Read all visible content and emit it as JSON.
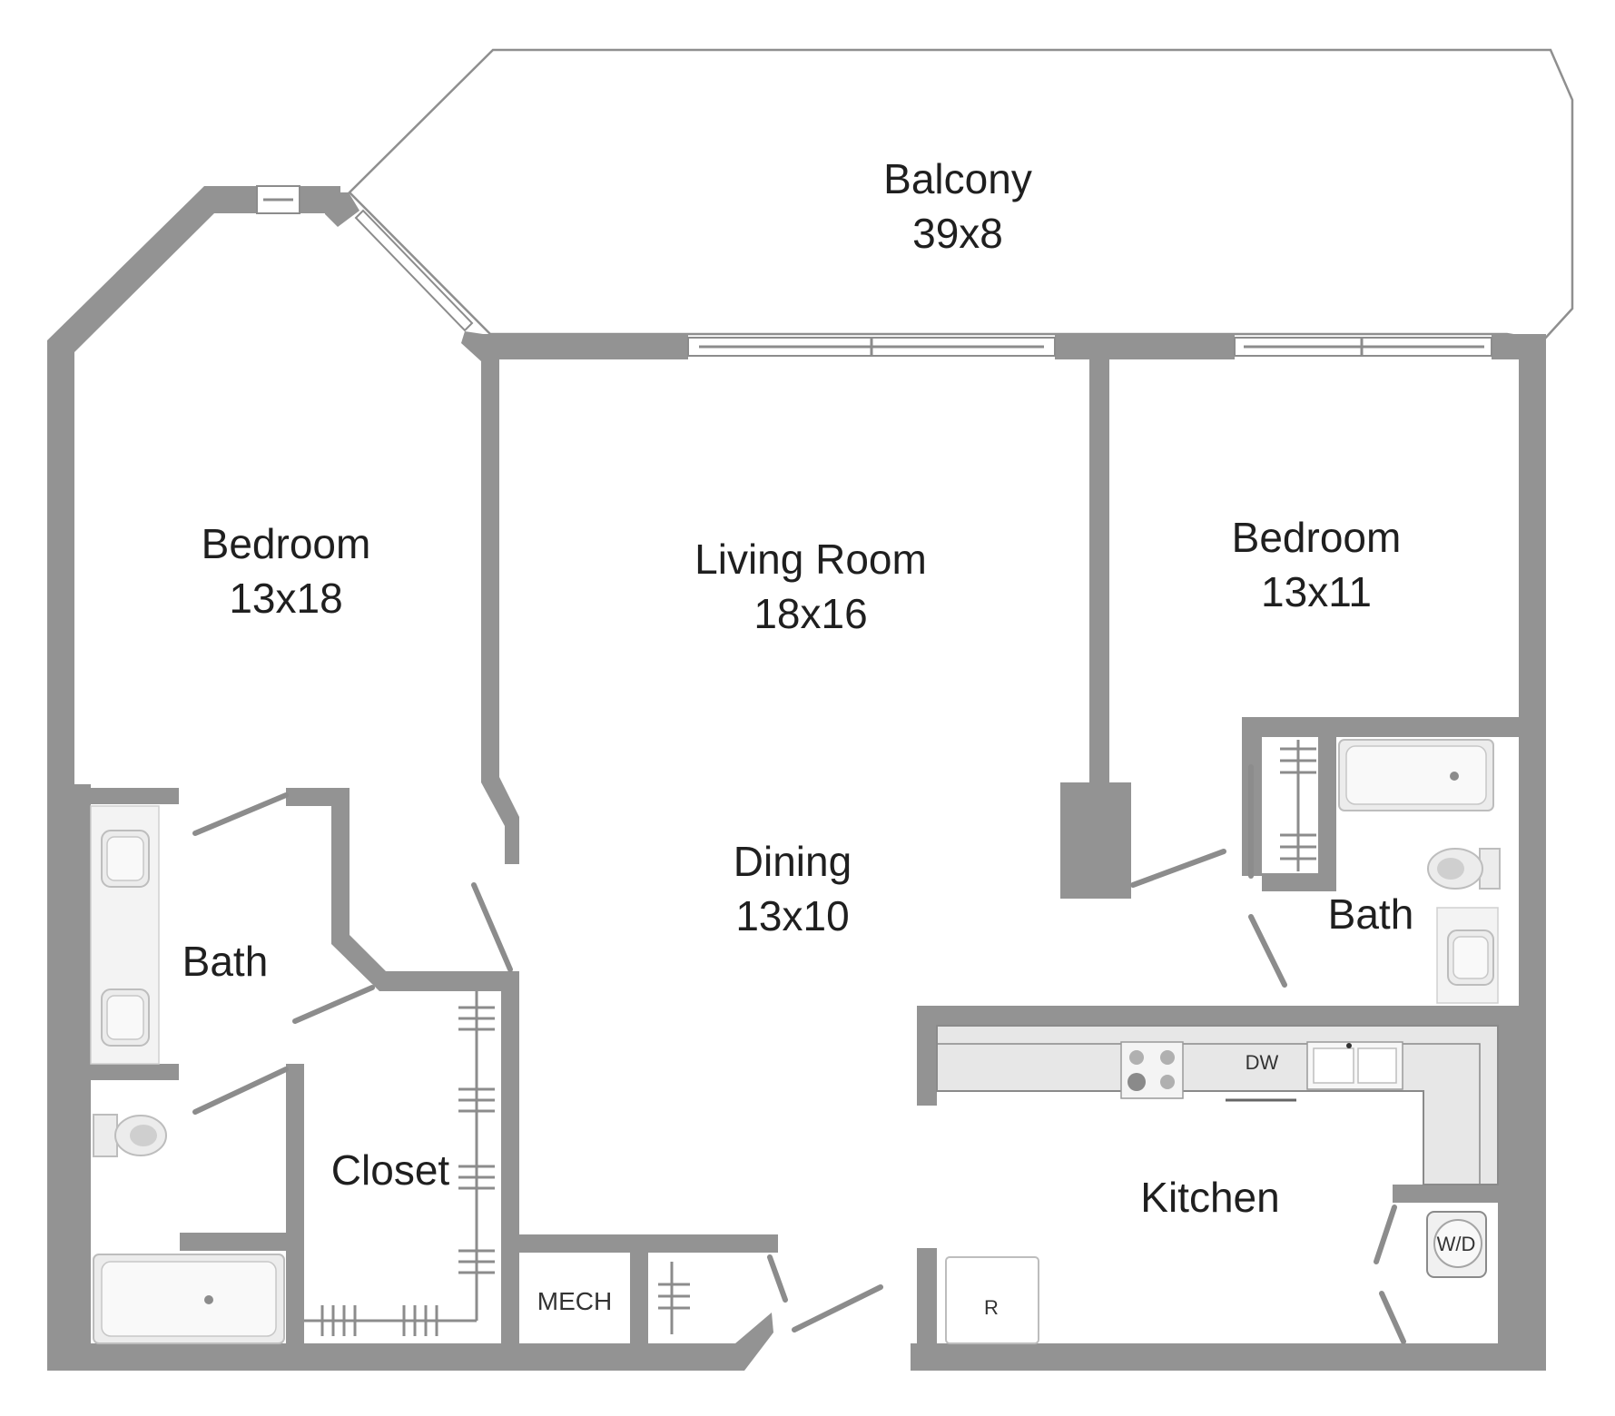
{
  "rooms": {
    "balcony": {
      "name": "Balcony",
      "size": "39x8"
    },
    "bedroom_left": {
      "name": "Bedroom",
      "size": "13x18"
    },
    "living_room": {
      "name": "Living Room",
      "size": "18x16"
    },
    "bedroom_right": {
      "name": "Bedroom",
      "size": "13x11"
    },
    "dining": {
      "name": "Dining",
      "size": "13x10"
    },
    "bath_left": {
      "name": "Bath"
    },
    "bath_right": {
      "name": "Bath"
    },
    "closet": {
      "name": "Closet"
    },
    "kitchen": {
      "name": "Kitchen"
    },
    "mech": {
      "name": "MECH"
    }
  },
  "appliances": {
    "dishwasher": "DW",
    "refrigerator": "R",
    "washer_dryer": "W/D"
  },
  "colors": {
    "wall": "#939393",
    "fixture": "#ececec",
    "text": "#1f1f1f",
    "background": "#ffffff"
  }
}
